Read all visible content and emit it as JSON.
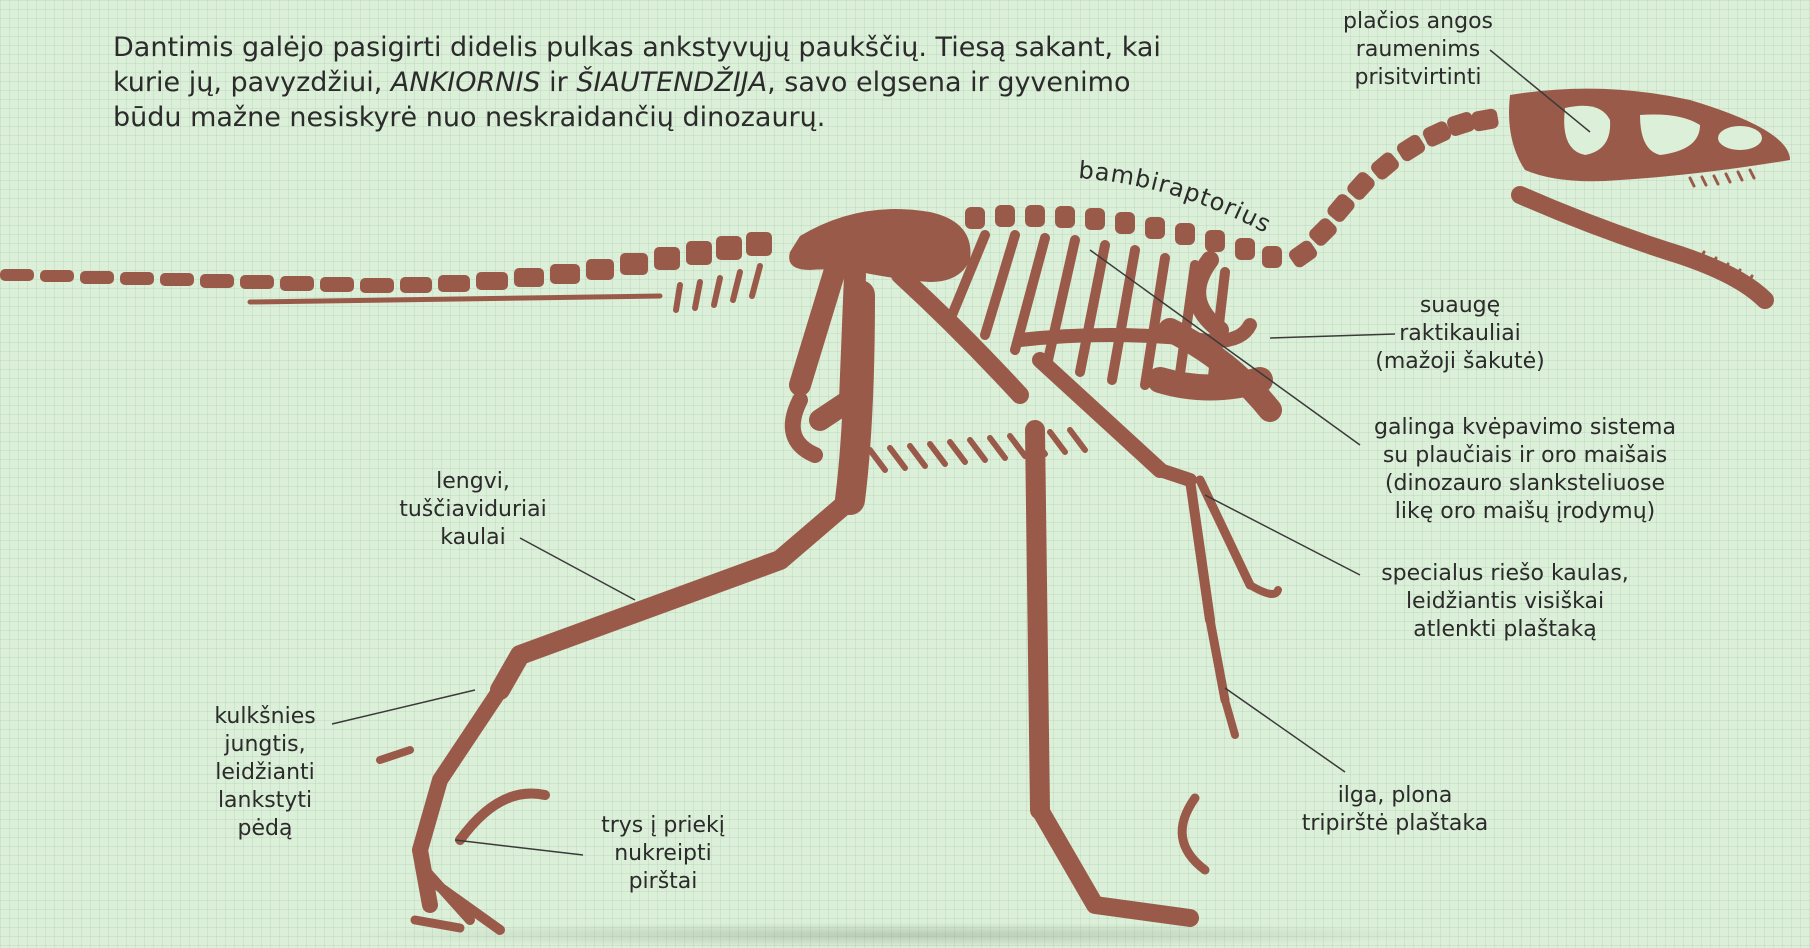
{
  "intro": {
    "part1": "Dantimis galėjo pasigirti didelis pulkas ankstyvųjų paukščių. Tiesą sakant, kai kurie jų, pavyzdžiui, ",
    "species1": "ANKIORNIS",
    "part2": " ir ",
    "species2": "ŠIAUTENDŽIJA",
    "part3": ", savo elgsena ir gyvenimo būdu mažne nesiskyrė nuo neskraidančių dinozaurų."
  },
  "species_name": "bambiraptorius",
  "labels": {
    "jaw": [
      "plačios angos",
      "raumenims",
      "prisitvirtinti"
    ],
    "furcula": [
      "suaugę",
      "raktikauliai",
      "(mažoji šakutė)"
    ],
    "breathing": [
      "galinga kvėpavimo sistema",
      "su plaučiais ir oro maišais",
      "(dinozauro slanksteliuose",
      "likę oro maišų įrodymų)"
    ],
    "wrist": [
      "specialus riešo kaulas,",
      "leidžiantis visiškai",
      "atlenkti plaštaką"
    ],
    "hand": [
      "ilga, plona",
      "tripirštė plaštaka"
    ],
    "bones": [
      "lengvi,",
      "tuščiaviduriai",
      "kaulai"
    ],
    "ankle": [
      "kulkšnies",
      "jungtis,",
      "leidžianti",
      "lankstyti",
      "pėdą"
    ],
    "toes": [
      "trys į priekį",
      "nukreipti",
      "pirštai"
    ]
  },
  "colors": {
    "background": "#dcefd8",
    "bone": "#9a5a4a",
    "bone_dark": "#7e463a",
    "text": "#2b2b2b",
    "leader_line": "#3a3a3a"
  }
}
